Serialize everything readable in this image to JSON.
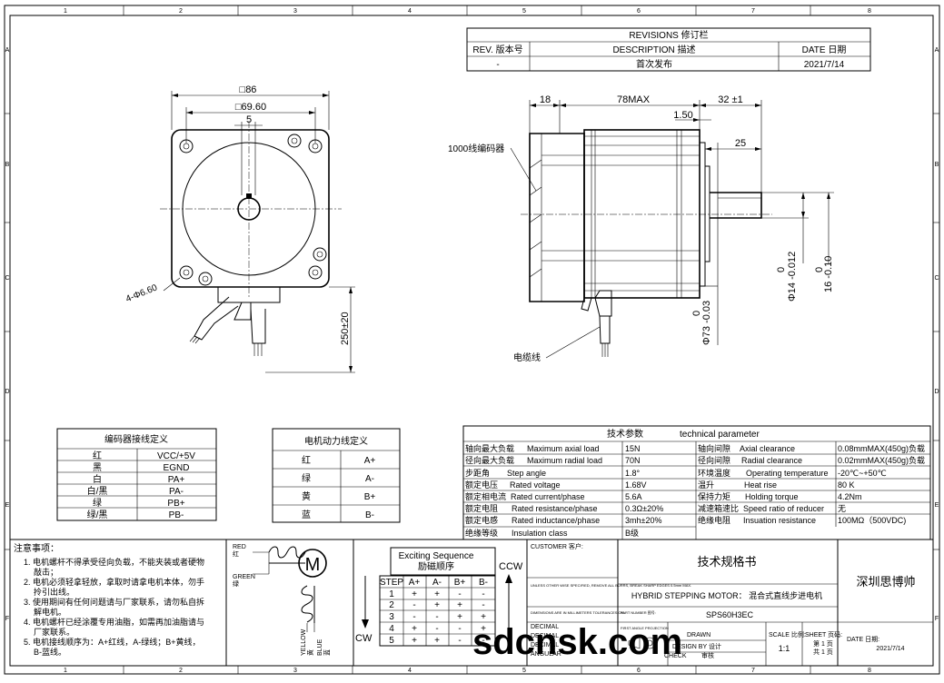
{
  "frame": {
    "columns": [
      "1",
      "2",
      "3",
      "4",
      "5",
      "6",
      "7",
      "8"
    ],
    "rows": [
      "A",
      "B",
      "C",
      "D",
      "E",
      "F"
    ]
  },
  "revisions": {
    "title": "REVISIONS 修订栏",
    "headers": [
      "REV. 版本号",
      "DESCRIPTION 描述",
      "DATE 日期"
    ],
    "row": [
      "-",
      "首次发布",
      "2021/7/14"
    ]
  },
  "front_view": {
    "dim_outer": "□86",
    "dim_inner": "□69.60",
    "dim_key": "5",
    "dim_holes": "4-Φ6.60",
    "dim_lead": "250±20"
  },
  "side_view": {
    "dim_18": "18",
    "dim_78": "78MAX",
    "dim_32": "32 ±1",
    "dim_150": "1.50",
    "dim_25": "25",
    "encoder_label": "1000线编码器",
    "cable_label": "电缆线",
    "dim_d73_a": "0",
    "dim_d73_b": "Φ73 -0.03",
    "dim_d14_a": "0",
    "dim_d14_b": "Φ14 -0.012",
    "dim_16_a": "0",
    "dim_16_b": "16 -0.10"
  },
  "encoder_table": {
    "title": "编码器接线定义",
    "rows": [
      [
        "红",
        "VCC/+5V"
      ],
      [
        "黑",
        "EGND"
      ],
      [
        "白",
        "PA+"
      ],
      [
        "白/黑",
        "PA-"
      ],
      [
        "绿",
        "PB+"
      ],
      [
        "绿/黑",
        "PB-"
      ]
    ]
  },
  "power_table": {
    "title": "电机动力线定义",
    "rows": [
      [
        "红",
        "A+"
      ],
      [
        "绿",
        "A-"
      ],
      [
        "黄",
        "B+"
      ],
      [
        "蓝",
        "B-"
      ]
    ]
  },
  "tech_params": {
    "title_cn": "技术参数",
    "title_en": "technical parameter",
    "rows": [
      [
        "轴向最大负载",
        "Maximum axial load",
        "15N",
        "轴向间隙",
        "Axial clearance",
        "0.08mmMAX(450g)负载"
      ],
      [
        "径向最大负载",
        "Maximum radial load",
        "70N",
        "径向间隙",
        "Radial clearance",
        "0.02mmMAX(450g)负载"
      ],
      [
        "步距角",
        "Step angle",
        "1.8°",
        "环境温度",
        "Operating temperature",
        "-20℃~+50℃"
      ],
      [
        "额定电压",
        "Rated voltage",
        "1.68V",
        "温升",
        "Heat rise",
        "80 K"
      ],
      [
        "额定相电流",
        "Rated current/phase",
        "5.6A",
        "保持力矩",
        "Holding torque",
        "4.2Nm"
      ],
      [
        "额定电阻",
        "Rated resistance/phase",
        "0.3Ω±20%",
        "减速箱速比",
        "Speed ratio of reducer",
        "无"
      ],
      [
        "额定电感",
        "Rated inductance/phase",
        "3mh±20%",
        "绝缘电阻",
        "Insuation resistance",
        "100MΩ（500VDC)"
      ],
      [
        "绝缘等级",
        "Insulation class",
        "B级",
        "",
        "",
        ""
      ]
    ]
  },
  "notes": {
    "title": "注意事项：",
    "lines": [
      "1. 电机螺杆不得承受径向负载，不能夹装或者硬物",
      "敲击；",
      "2. 电机必须轻拿轻放，拿取时请拿电机本体，勿手",
      "拎引出线。",
      "3. 使用期间有任何问题请与厂家联系，请勿私自拆",
      "解电机。",
      "4. 电机螺杆已经涂覆专用油脂，如需再加油脂请与",
      "厂家联系。",
      "5. 电机接线顺序为：A+红线，A-绿线；B+黄线，",
      "B-蓝线。"
    ]
  },
  "wiring": {
    "red": "RED",
    "red_cn": "红",
    "green": "GREEN",
    "green_cn": "绿",
    "motor": "M",
    "yellow": "YELLOW",
    "yellow_cn": "黄",
    "blue": "BLUE",
    "blue_cn": "蓝"
  },
  "sequence": {
    "title_en": "Exciting Sequence",
    "title_cn": "励磁顺序",
    "headers": [
      "STEP",
      "A+",
      "A-",
      "B+",
      "B-"
    ],
    "rows": [
      [
        "1",
        "+",
        "+",
        "-",
        "-"
      ],
      [
        "2",
        "-",
        "+",
        "+",
        "-"
      ],
      [
        "3",
        "-",
        "-",
        "+",
        "+"
      ],
      [
        "4",
        "+",
        "-",
        "-",
        "+"
      ],
      [
        "5",
        "+",
        "+",
        "-",
        "-"
      ]
    ],
    "ccw": "CCW",
    "cw": "CW"
  },
  "title_block": {
    "customer": "CUSTOMER 客户:",
    "spec_title": "技术规格书",
    "company": "深圳思博帅",
    "motor_desc": "HYBRID STEPPING MOTOR： 混合式直线步进电机",
    "part_label": "PART NUMBER 图号:",
    "part_number": "SPS60H3EC",
    "tolerance_note": "UNLESS OTHER WISE SPECIFIED, REMOVE ALL BURRS, BREAK SHARP EDGES 0.5mm MAX.",
    "dim_note": "DIMENSIONS ARE IN MILLIMETERS TOLERANCES ON:",
    "decimal_1": "DECIMAL",
    "decimal_2": "DECIMAL",
    "decimal_3": "DECIMAL",
    "angular": "ANGULAR",
    "first_angle": "FIRST ANGLE PROJECTION",
    "scale_label": "SCALE 比例:",
    "scale": "1:1",
    "sheet_label": "SHEET 页码:",
    "sheet_1": "第 1 页",
    "sheet_2": "共 1 页",
    "date_label": "DATE 日期:",
    "date": "2021/7/14",
    "drawn": "DRAWN",
    "design": "DESIGN BY 设计",
    "check": "CHECK",
    "approve": "审核"
  },
  "watermark": "sdcnsk.com"
}
